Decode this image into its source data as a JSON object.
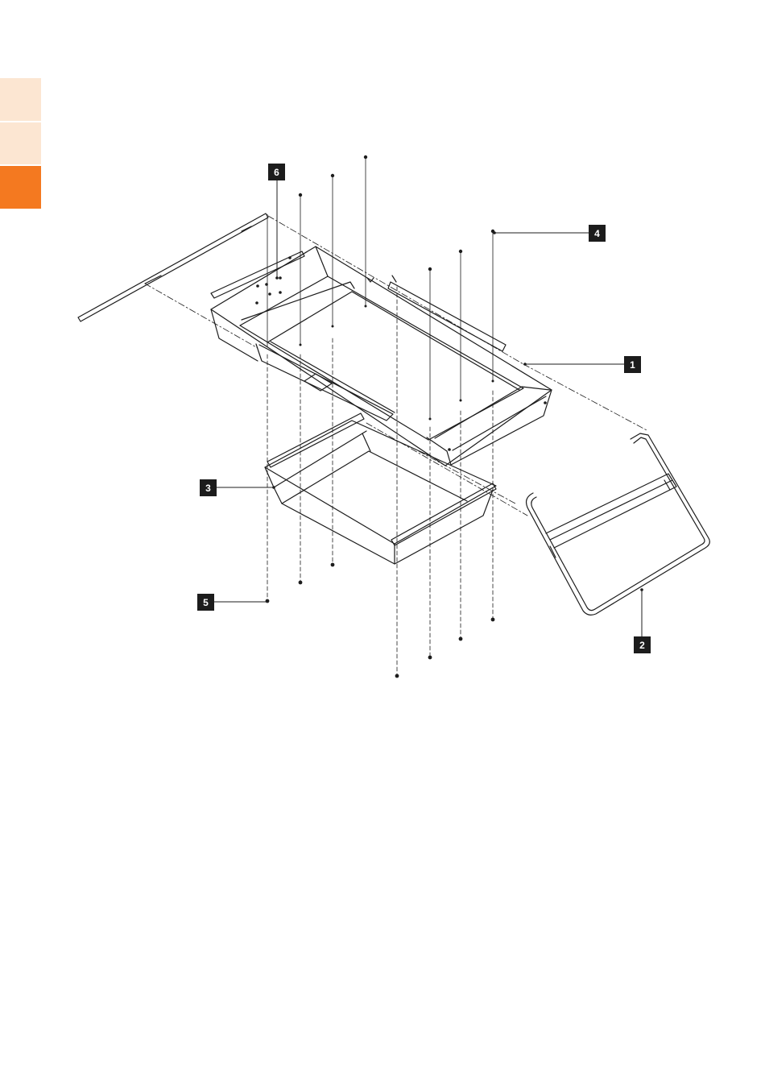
{
  "side_tabs": [
    {
      "state": "inactive",
      "color": "#fce6d2"
    },
    {
      "state": "inactive",
      "color": "#fce6d2"
    },
    {
      "state": "active",
      "color": "#f47920"
    }
  ],
  "callouts": [
    {
      "id": "1",
      "label": "1"
    },
    {
      "id": "2",
      "label": "2"
    },
    {
      "id": "3",
      "label": "3"
    },
    {
      "id": "4",
      "label": "4"
    },
    {
      "id": "5",
      "label": "5"
    },
    {
      "id": "6",
      "label": "6"
    }
  ],
  "colors": {
    "line": "#1c1c1c",
    "label_bg": "#1c1c1c",
    "label_text": "#ffffff"
  }
}
